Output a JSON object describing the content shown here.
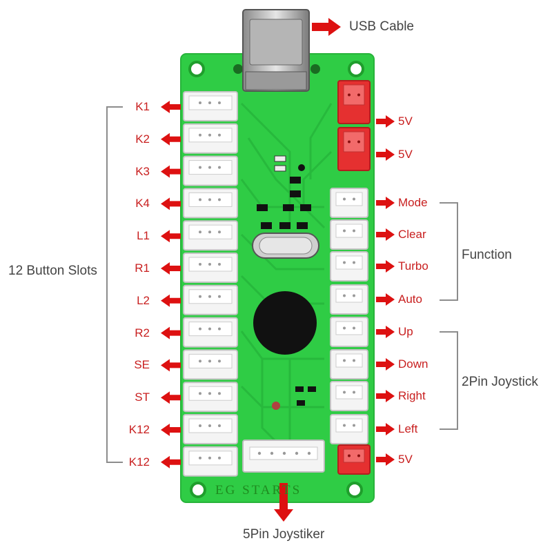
{
  "usb_label": "USB Cable",
  "left_group_label": "12 Button Slots",
  "left_buttons": [
    "K1",
    "K2",
    "K3",
    "K4",
    "L1",
    "R1",
    "L2",
    "R2",
    "SE",
    "ST",
    "K12",
    "K12"
  ],
  "right_connectors": [
    {
      "label": "5V",
      "color": "red"
    },
    {
      "label": "5V",
      "color": "red"
    },
    {
      "label": "Mode",
      "color": "white"
    },
    {
      "label": "Clear",
      "color": "white"
    },
    {
      "label": "Turbo",
      "color": "white"
    },
    {
      "label": "Auto",
      "color": "white"
    },
    {
      "label": "Up",
      "color": "white"
    },
    {
      "label": "Down",
      "color": "white"
    },
    {
      "label": "Right",
      "color": "white"
    },
    {
      "label": "Left",
      "color": "white"
    },
    {
      "label": "5V",
      "color": "red"
    }
  ],
  "function_label": "Function",
  "joystick2_label": "2Pin Joystick",
  "joystick5_label": "5Pin Joystiker",
  "board_silkscreen": "EG STARTS",
  "colors": {
    "board": "#2ecc40",
    "board_dark": "#1f9e2c",
    "arrow": "#dd1111",
    "label_red": "#c81e1e",
    "bracket": "#888888",
    "connector_red": "#e53030",
    "connector_white": "#f4f4f4"
  }
}
